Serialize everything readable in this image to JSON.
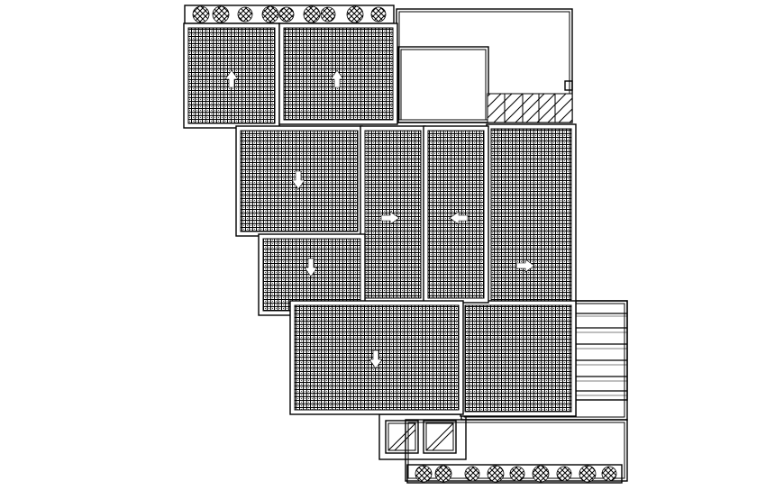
{
  "drawing": {
    "kind": "roof-plan",
    "line_color": "#000000",
    "background": "#ffffff",
    "fill_pattern": "tiled-roof-hatch",
    "roof_sections": [
      {
        "id": "top-left",
        "slope_arrow": "up"
      },
      {
        "id": "top-middle",
        "slope_arrow": "up"
      },
      {
        "id": "upper-left",
        "slope_arrow": "down"
      },
      {
        "id": "center-left",
        "slope_arrow": "right"
      },
      {
        "id": "center-right",
        "slope_arrow": "left"
      },
      {
        "id": "right-large",
        "slope_arrow": "right"
      },
      {
        "id": "mid-left",
        "slope_arrow": "down"
      },
      {
        "id": "bottom-center",
        "slope_arrow": "down"
      }
    ],
    "elements": [
      "planter-strip-top",
      "planter-strip-bottom",
      "stair-treads",
      "skylight-pair",
      "hatched-balcony"
    ]
  }
}
